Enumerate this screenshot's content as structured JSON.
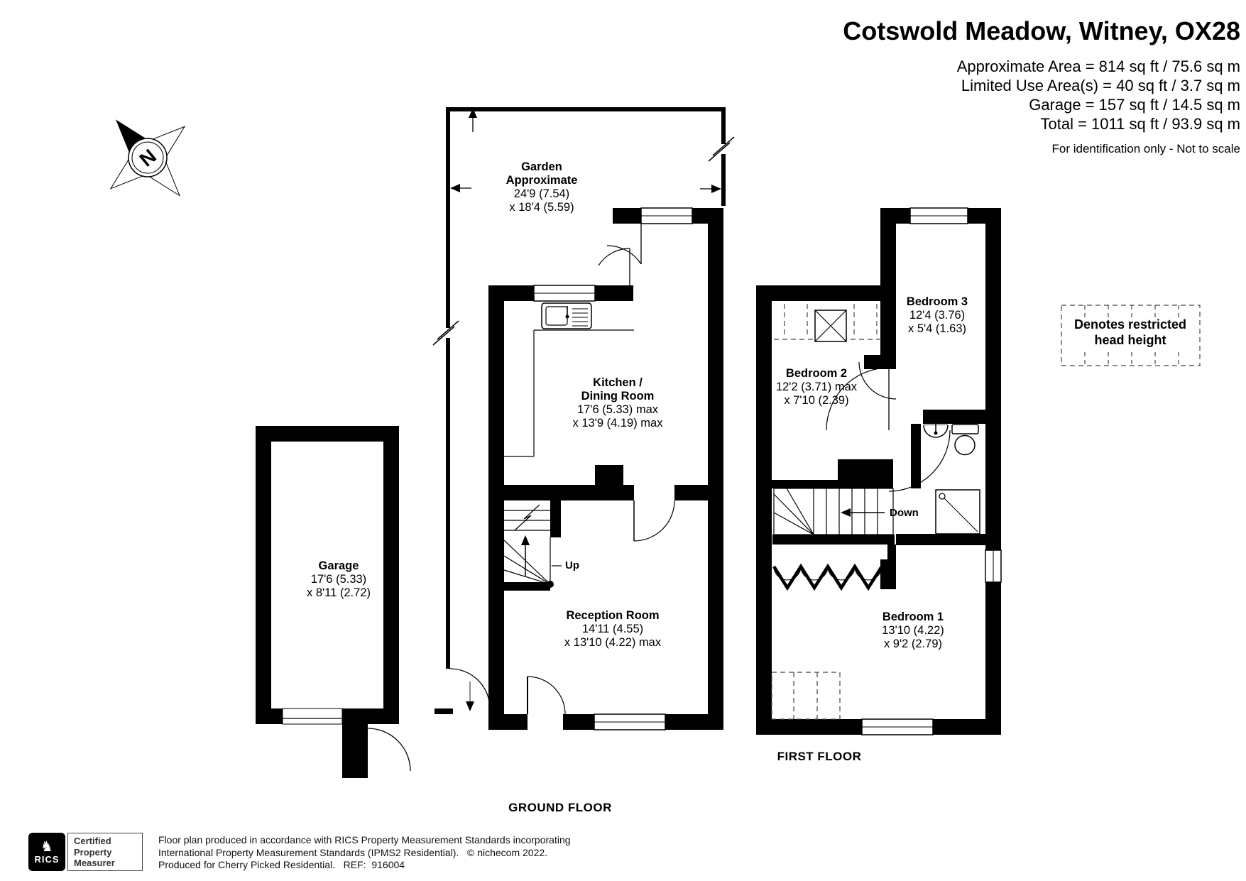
{
  "header": {
    "title": "Cotswold Meadow, Witney, OX28",
    "area_lines": [
      "Approximate Area = 814 sq ft / 75.6 sq m",
      "Limited Use Area(s) = 40 sq ft / 3.7 sq m",
      "Garage = 157 sq ft / 14.5 sq m",
      "Total = 1011 sq ft / 93.9 sq m"
    ],
    "disclaimer": "For identification only - Not to scale"
  },
  "compass": {
    "label": "N"
  },
  "legend": {
    "line1": "Denotes restricted",
    "line2": "head height"
  },
  "ground_floor": {
    "floor_label": "GROUND FLOOR",
    "garden": {
      "name": "Garden",
      "qualifier": "Approximate",
      "dim1": "24'9 (7.54)",
      "dim2": "x 18'4 (5.59)"
    },
    "kitchen": {
      "name1": "Kitchen /",
      "name2": "Dining Room",
      "dim1": "17'6 (5.33) max",
      "dim2": "x 13'9 (4.19) max"
    },
    "reception": {
      "name": "Reception Room",
      "dim1": "14'11 (4.55)",
      "dim2": "x 13'10 (4.22) max"
    },
    "stairs_label": "Up"
  },
  "garage": {
    "name": "Garage",
    "dim1": "17'6 (5.33)",
    "dim2": "x 8'11 (2.72)"
  },
  "first_floor": {
    "floor_label": "FIRST FLOOR",
    "bedroom1": {
      "name": "Bedroom 1",
      "dim1": "13'10 (4.22)",
      "dim2": "x 9'2 (2.79)"
    },
    "bedroom2": {
      "name": "Bedroom 2",
      "dim1": "12'2 (3.71) max",
      "dim2": "x 7'10 (2.39)"
    },
    "bedroom3": {
      "name": "Bedroom 3",
      "dim1": "12'4 (3.76)",
      "dim2": "x 5'4 (1.63)"
    },
    "stairs_label": "Down"
  },
  "footer": {
    "rics_label": "RICS",
    "badge": [
      "Certified",
      "Property",
      "Measurer"
    ],
    "line1": "Floor plan produced in accordance with RICS Property Measurement Standards incorporating",
    "line2": "International Property Measurement Standards (IPMS2 Residential).   © nichecom 2022.",
    "line3": "Produced for Cherry Picked Residential.   REF:  916004"
  }
}
